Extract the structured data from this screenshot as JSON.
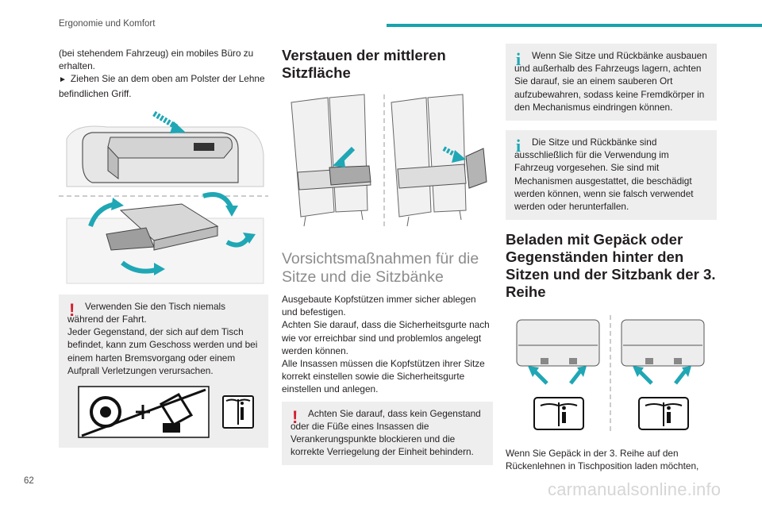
{
  "header": {
    "section_title": "Ergonomie und Komfort"
  },
  "page_number": "62",
  "watermark": "carmanualsonline.info",
  "colors": {
    "accent": "#16a3ae",
    "warning": "#d21f2f",
    "info": "#1fa7b5",
    "box_bg": "#eeeeef"
  },
  "col1": {
    "intro": "(bei stehendem Fahrzeug) ein mobiles Büro zu erhalten.",
    "step": "Ziehen Sie an dem oben am Polster der Lehne befindlichen Griff.",
    "warning_icon": "exclamation-icon",
    "warning_lines": [
      "Verwenden Sie den Tisch niemals während der Fahrt.",
      "Jeder Gegenstand, der sich auf dem Tisch befindet, kann zum Geschoss werden und bei einem harten Bremsvorgang oder einem Aufprall Verletzungen verursachen."
    ]
  },
  "col2": {
    "heading1": "Verstauen der mittleren Sitzfläche",
    "heading2": "Vorsichtsmaßnahmen für die Sitze und die Sitzbänke",
    "body": [
      "Ausgebaute Kopfstützen immer sicher ablegen und befestigen.",
      "Achten Sie darauf, dass die Sicherheitsgurte nach wie vor erreichbar sind und problemlos angelegt werden können.",
      "Alle Insassen müssen die Kopfstützen ihrer Sitze korrekt einstellen sowie die Sicherheitsgurte einstellen und anlegen."
    ],
    "warning": "Achten Sie darauf, dass kein Gegenstand oder die Füße eines Insassen die Verankerungspunkte blockieren und die korrekte Verriegelung der Einheit behindern."
  },
  "col3": {
    "info1": "Wenn Sie Sitze und Rückbänke ausbauen und außerhalb des Fahrzeugs lagern, achten Sie darauf, sie an einem sauberen Ort aufzubewahren, sodass keine Fremdkörper in den Mechanismus eindringen können.",
    "info2": "Die Sitze und Rückbänke sind ausschließlich für die Verwendung im Fahrzeug vorgesehen. Sie sind mit Mechanismen ausgestattet, die beschädigt werden können, wenn sie falsch verwendet werden oder herunterfallen.",
    "heading": "Beladen mit Gepäck oder Gegenständen hinter den Sitzen und der Sitzbank der 3. Reihe",
    "body": "Wenn Sie Gepäck in der 3. Reihe auf den Rückenlehnen in Tischposition laden möchten,"
  },
  "marks": {
    "warning": "!",
    "info": "i"
  }
}
